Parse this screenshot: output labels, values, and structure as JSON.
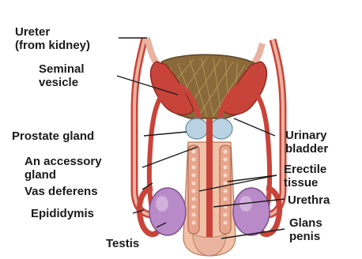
{
  "diagram": {
    "labels": {
      "ureter": [
        "Ureter",
        "(from kidney)"
      ],
      "seminal_vesicle": [
        "Seminal",
        "vesicle"
      ],
      "prostate_gland": [
        "Prostate gland"
      ],
      "accessory_gland": [
        "An accessory",
        "gland"
      ],
      "vas_deferens": [
        "Vas deferens"
      ],
      "epididymis": [
        "Epididymis"
      ],
      "testis": [
        "Testis"
      ],
      "urinary_bladder": [
        "Urinary",
        "bladder"
      ],
      "erectile_tissue": [
        "Erectile",
        "tissue"
      ],
      "urethra": [
        "Urethra"
      ],
      "glans_penis": [
        "Glans",
        "penis"
      ]
    },
    "colors": {
      "tissue_red": "#c8443a",
      "tissue_dark": "#9e2d25",
      "bladder_brown": "#8a6a3a",
      "prostate_blue": "#b9d3e3",
      "testis_purple": "#b98ac8",
      "shaft_pink": "#f2c2a8",
      "ureter_pink": "#e8b3a0"
    }
  }
}
